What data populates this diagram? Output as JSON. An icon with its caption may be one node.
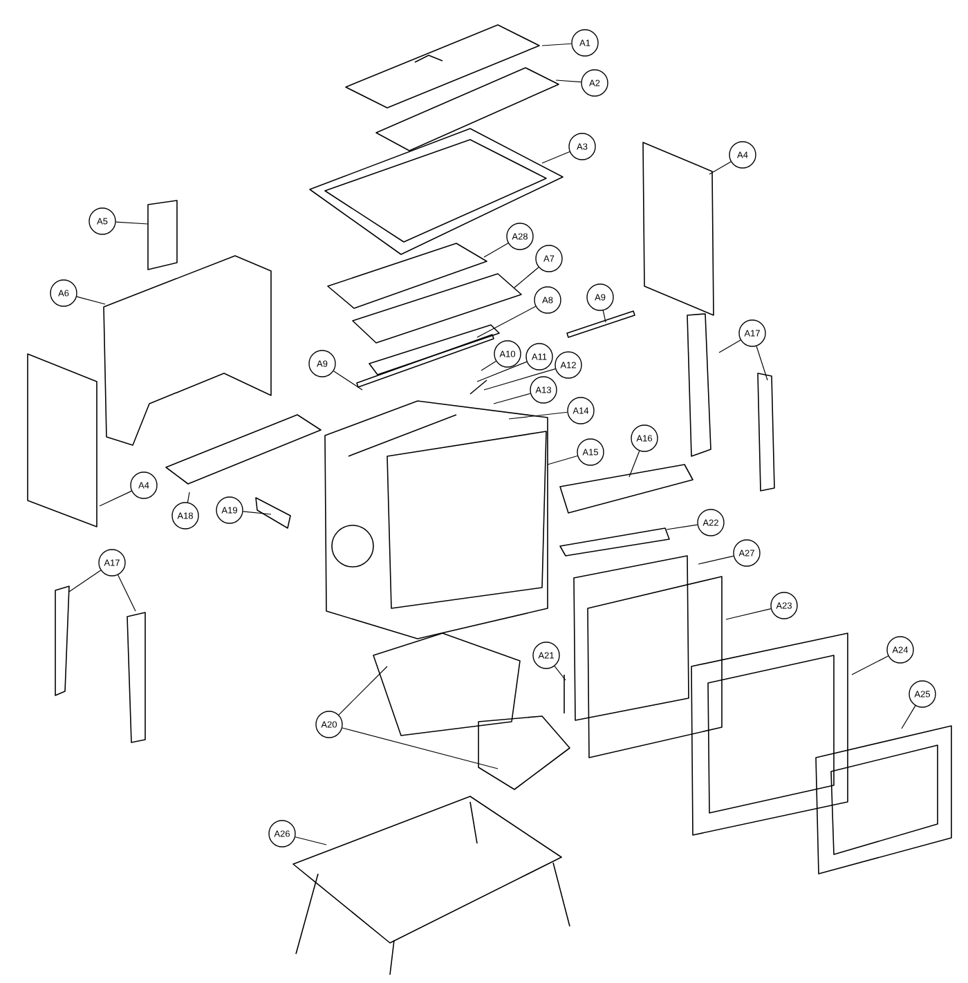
{
  "diagram": {
    "nodes": [
      {
        "text": [
          "A1"
        ]
      },
      {
        "text": [
          "A2"
        ]
      },
      {
        "text": [
          "A3"
        ]
      },
      {
        "text": [
          "A4"
        ]
      },
      {
        "text": [
          "A5"
        ]
      },
      {
        "text": [
          "A28"
        ]
      },
      {
        "text": [
          "A7"
        ]
      },
      {
        "text": [
          "A6"
        ]
      },
      {
        "text": [
          "A9"
        ]
      },
      {
        "text": [
          "A8"
        ]
      },
      {
        "text": [
          "A17"
        ]
      },
      {
        "text": [
          "A10"
        ]
      },
      {
        "text": [
          "A11"
        ]
      },
      {
        "text": [
          "A12"
        ]
      },
      {
        "text": [
          "A9"
        ]
      },
      {
        "text": [
          "A13"
        ]
      },
      {
        "text": [
          "A14"
        ]
      },
      {
        "text": [
          "A16"
        ]
      },
      {
        "text": [
          "A15"
        ]
      },
      {
        "text": [
          "A4"
        ]
      },
      {
        "text": [
          "A19"
        ]
      },
      {
        "text": [
          "A18"
        ]
      },
      {
        "text": [
          "A22"
        ]
      },
      {
        "text": [
          "A27"
        ]
      },
      {
        "text": [
          "A17"
        ]
      },
      {
        "text": [
          "A23"
        ]
      },
      {
        "text": [
          "A24"
        ]
      },
      {
        "text": [
          "A21"
        ]
      },
      {
        "text": [
          "A25"
        ]
      },
      {
        "text": [
          "A20"
        ]
      },
      {
        "text": [
          "A26"
        ]
      }
    ],
    "edges": [
      {
        "from": 0,
        "to": null,
        "arrow": "none"
      },
      {
        "from": 1,
        "to": null,
        "arrow": "none"
      },
      {
        "from": 2,
        "to": null,
        "arrow": "none"
      },
      {
        "from": 3,
        "to": null,
        "arrow": "none"
      },
      {
        "from": 4,
        "to": null,
        "arrow": "none"
      },
      {
        "from": 5,
        "to": null,
        "arrow": "none"
      },
      {
        "from": 6,
        "to": null,
        "arrow": "none"
      },
      {
        "from": 7,
        "to": null,
        "arrow": "none"
      },
      {
        "from": 8,
        "to": null,
        "arrow": "none"
      },
      {
        "from": 9,
        "to": null,
        "arrow": "none"
      },
      {
        "from": 10,
        "to": null,
        "arrow": "none"
      },
      {
        "from": 10,
        "to": null,
        "arrow": "none"
      },
      {
        "from": 11,
        "to": null,
        "arrow": "none"
      },
      {
        "from": 12,
        "to": null,
        "arrow": "none"
      },
      {
        "from": 13,
        "to": null,
        "arrow": "none"
      },
      {
        "from": 14,
        "to": null,
        "arrow": "none"
      },
      {
        "from": 15,
        "to": null,
        "arrow": "none"
      },
      {
        "from": 16,
        "to": null,
        "arrow": "none"
      },
      {
        "from": 17,
        "to": null,
        "arrow": "none"
      },
      {
        "from": 18,
        "to": null,
        "arrow": "none"
      },
      {
        "from": 19,
        "to": null,
        "arrow": "none"
      },
      {
        "from": 20,
        "to": null,
        "arrow": "none"
      },
      {
        "from": 21,
        "to": null,
        "arrow": "none"
      },
      {
        "from": 22,
        "to": null,
        "arrow": "none"
      },
      {
        "from": 23,
        "to": null,
        "arrow": "none"
      },
      {
        "from": 24,
        "to": null,
        "arrow": "none"
      },
      {
        "from": 24,
        "to": null,
        "arrow": "none"
      },
      {
        "from": 25,
        "to": null,
        "arrow": "none"
      },
      {
        "from": 26,
        "to": null,
        "arrow": "none"
      },
      {
        "from": 27,
        "to": null,
        "arrow": "none"
      },
      {
        "from": 28,
        "to": null,
        "arrow": "none"
      },
      {
        "from": 29,
        "to": null,
        "arrow": "none"
      },
      {
        "from": 29,
        "to": null,
        "arrow": "none"
      },
      {
        "from": 30,
        "to": null,
        "arrow": "none"
      }
    ]
  }
}
